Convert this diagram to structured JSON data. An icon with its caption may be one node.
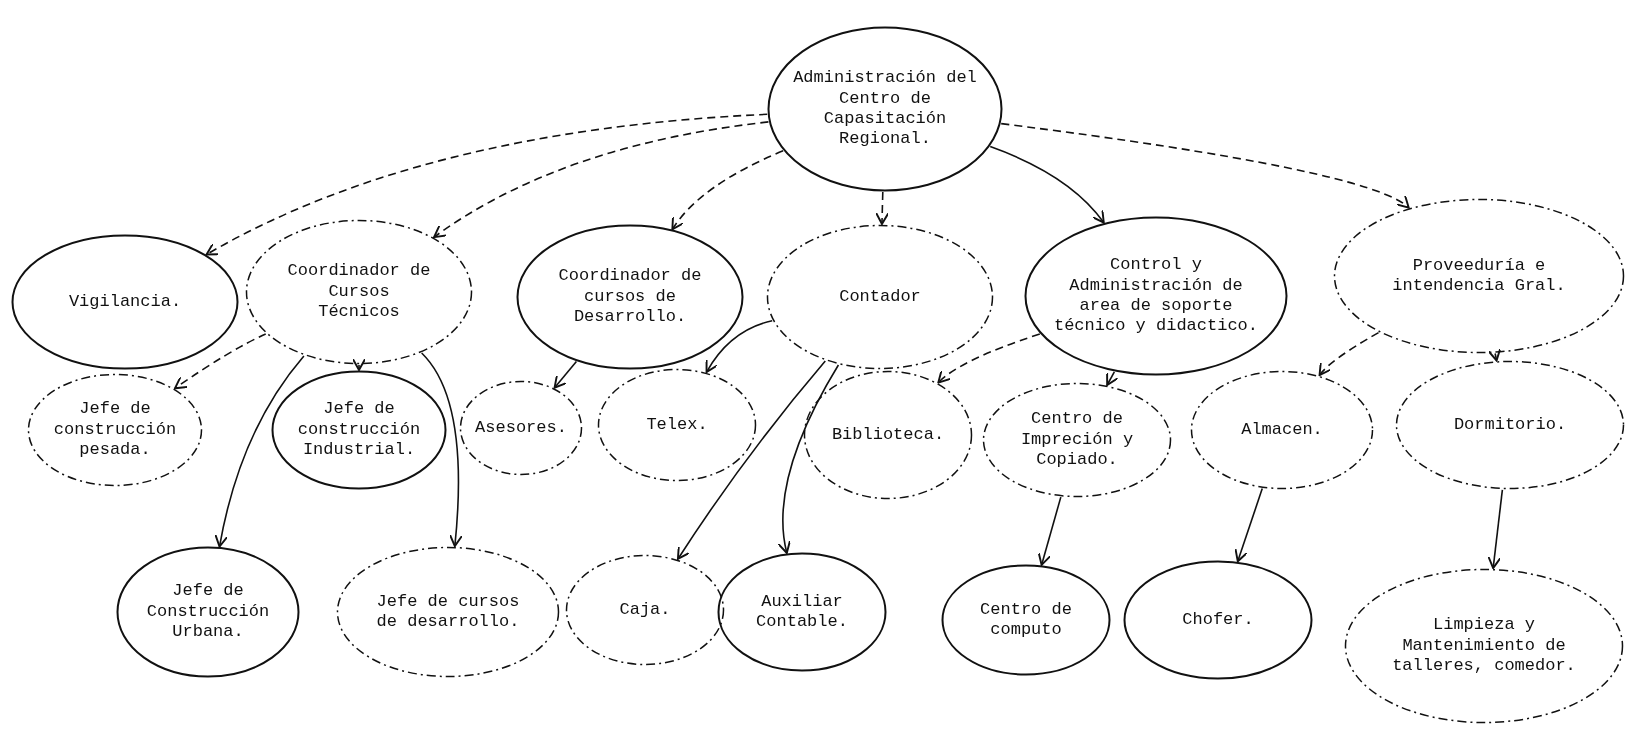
{
  "diagram": {
    "nodes": [
      {
        "text": [
          "Administración del Centro de Capasitación Regional."
        ]
      },
      {
        "text": [
          "Vigilancia."
        ]
      },
      {
        "text": [
          "Coordinador de Cursos Técnicos"
        ]
      },
      {
        "text": [
          "Coordinador de cursos de Desarrollo."
        ]
      },
      {
        "text": [
          "Contador"
        ]
      },
      {
        "text": [
          "Control y Administración de area de soporte técnico y didactico."
        ]
      },
      {
        "text": [
          "Proveeduría e intendencia Gral."
        ]
      },
      {
        "text": [
          "Jefe de construcción pesada."
        ]
      },
      {
        "text": [
          "Jefe de construcción Industrial."
        ]
      },
      {
        "text": [
          "Asesores."
        ]
      },
      {
        "text": [
          "Telex."
        ]
      },
      {
        "text": [
          "Biblioteca."
        ]
      },
      {
        "text": [
          "Centro de Impreción y Copiado."
        ]
      },
      {
        "text": [
          "Almacen."
        ]
      },
      {
        "text": [
          "Dormitorio."
        ]
      },
      {
        "text": [
          "Jefe de Construcción Urbana."
        ]
      },
      {
        "text": [
          "Jefe de cursos de desarrollo."
        ]
      },
      {
        "text": [
          "Caja."
        ]
      },
      {
        "text": [
          "Auxiliar Contable."
        ]
      },
      {
        "text": [
          "Centro de computo"
        ]
      },
      {
        "text": [
          "Chofer."
        ]
      },
      {
        "text": [
          "Limpieza y Mantenimiento de talleres, comedor."
        ]
      }
    ],
    "edges": [
      {
        "from": 0,
        "to": 1,
        "arrow": "to",
        "style": "dashed"
      },
      {
        "from": 0,
        "to": 2,
        "arrow": "to",
        "style": "dashed"
      },
      {
        "from": 0,
        "to": 3,
        "arrow": "to",
        "style": "dashed"
      },
      {
        "from": 0,
        "to": 4,
        "arrow": "to",
        "style": "dashed"
      },
      {
        "from": 0,
        "to": 5,
        "arrow": "to"
      },
      {
        "from": 0,
        "to": 6,
        "arrow": "to",
        "style": "dashed"
      },
      {
        "from": 2,
        "to": 7,
        "arrow": "to",
        "style": "dashed"
      },
      {
        "from": 2,
        "to": 8,
        "arrow": "to"
      },
      {
        "from": 2,
        "to": 15,
        "arrow": "to"
      },
      {
        "from": 2,
        "to": 16,
        "arrow": "to"
      },
      {
        "from": 3,
        "to": 9,
        "arrow": "to"
      },
      {
        "from": 4,
        "to": 10,
        "arrow": "to"
      },
      {
        "from": 4,
        "to": 17,
        "arrow": "to"
      },
      {
        "from": 4,
        "to": 18,
        "arrow": "to"
      },
      {
        "from": 5,
        "to": 11,
        "arrow": "to",
        "style": "dashed"
      },
      {
        "from": 5,
        "to": 12,
        "arrow": "to"
      },
      {
        "from": 6,
        "to": 13,
        "arrow": "to",
        "style": "dashed"
      },
      {
        "from": 6,
        "to": 14,
        "arrow": "to"
      },
      {
        "from": 12,
        "to": 19,
        "arrow": "to"
      },
      {
        "from": 13,
        "to": 20,
        "arrow": "to"
      },
      {
        "from": 14,
        "to": 21,
        "arrow": "to"
      }
    ]
  }
}
